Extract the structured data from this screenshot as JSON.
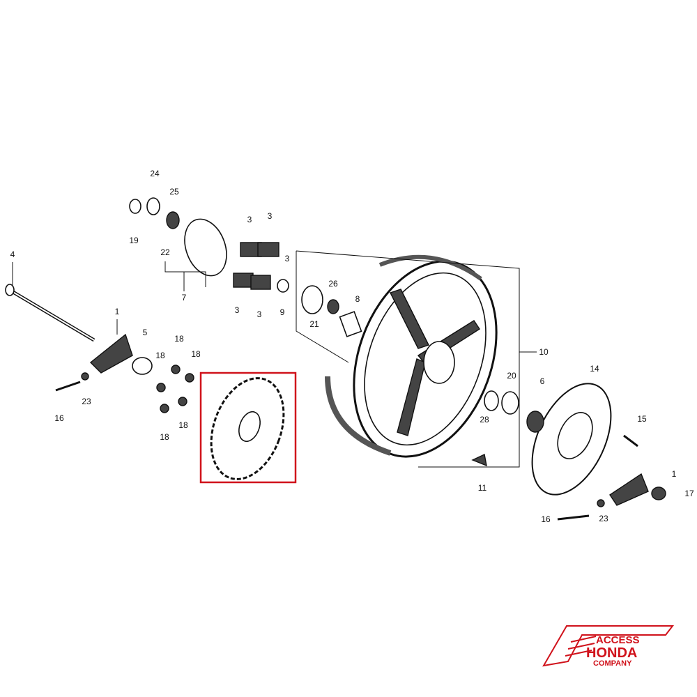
{
  "diagram": {
    "callouts": [
      "24",
      "25",
      "19",
      "22",
      "7",
      "3",
      "3",
      "3",
      "3",
      "3",
      "9",
      "21",
      "26",
      "8",
      "4",
      "1",
      "5",
      "18",
      "18",
      "18",
      "18",
      "18",
      "23",
      "16",
      "10",
      "20",
      "6",
      "14",
      "15",
      "28",
      "11",
      "1",
      "17",
      "16",
      "23"
    ],
    "highlight_part": "sprocket",
    "highlight_color": "#d0121b"
  },
  "logo": {
    "line1": "ACCESS",
    "line2": "HONDA",
    "line3": "COMPANY",
    "color": "#d0121b"
  }
}
